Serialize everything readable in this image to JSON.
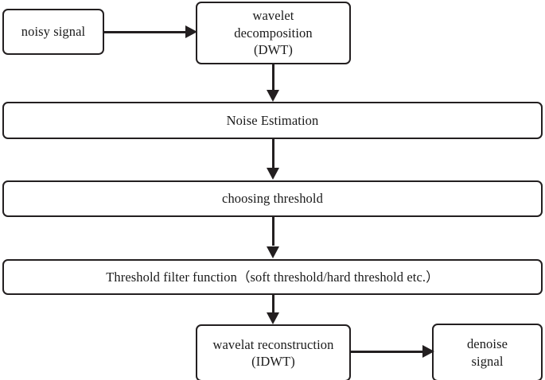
{
  "diagram": {
    "title": "Wavelet threshold denoising flowchart",
    "background_color": "#ffffff",
    "stroke_color": "#231f20",
    "nodes": {
      "noisy_signal": "noisy signal",
      "wavelet_decomposition": "wavelet\ndecomposition\n(DWT)",
      "noise_estimation": "Noise Estimation",
      "choosing_threshold": "choosing threshold",
      "threshold_filter_function": "Threshold filter function（soft threshold/hard threshold etc.）",
      "wavelat_reconstruction": "wavelat reconstruction\n(IDWT)",
      "denoise_signal": "denoise\nsignal"
    },
    "edges": [
      {
        "id": "e1",
        "from": "noisy_signal",
        "to": "wavelet_decomposition",
        "direction": "right"
      },
      {
        "id": "e2",
        "from": "wavelet_decomposition",
        "to": "noise_estimation",
        "direction": "down"
      },
      {
        "id": "e3",
        "from": "noise_estimation",
        "to": "choosing_threshold",
        "direction": "down"
      },
      {
        "id": "e4",
        "from": "choosing_threshold",
        "to": "threshold_filter_function",
        "direction": "down"
      },
      {
        "id": "e5",
        "from": "threshold_filter_function",
        "to": "wavelat_reconstruction",
        "direction": "down"
      },
      {
        "id": "e6",
        "from": "wavelat_reconstruction",
        "to": "denoise_signal",
        "direction": "right"
      }
    ]
  }
}
